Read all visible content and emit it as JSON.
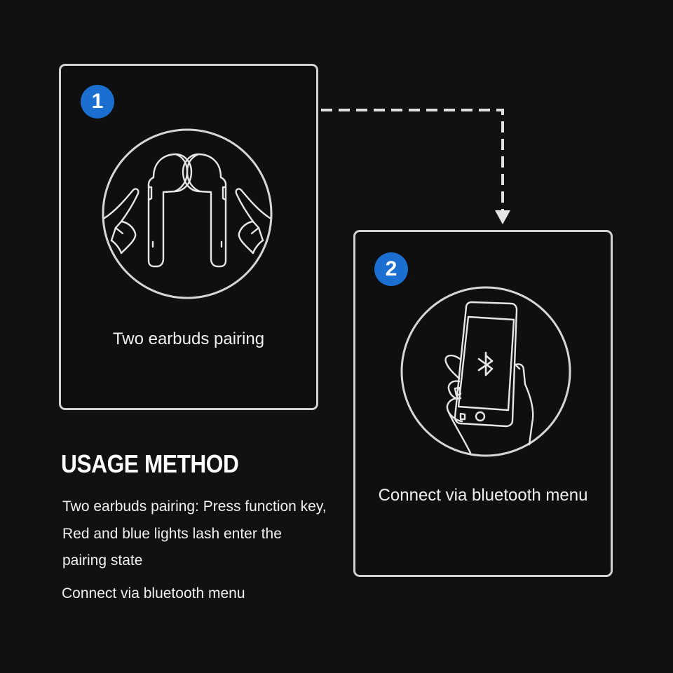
{
  "steps": [
    {
      "number": "1",
      "caption": "Two earbuds pairing",
      "illustration": "hands-holding-earbuds-icon"
    },
    {
      "number": "2",
      "caption": "Connect via bluetooth menu",
      "illustration": "hand-holding-phone-bluetooth-icon"
    }
  ],
  "usage": {
    "title": "USAGE METHOD",
    "description": "Two earbuds pairing: Press function key, Red and blue lights lash enter the pairing state",
    "step2": "Connect via bluetooth menu"
  },
  "colors": {
    "background": "#111111",
    "badge": "#1a6fd1",
    "line": "#d2d2d2",
    "text": "#f0f0f0"
  }
}
